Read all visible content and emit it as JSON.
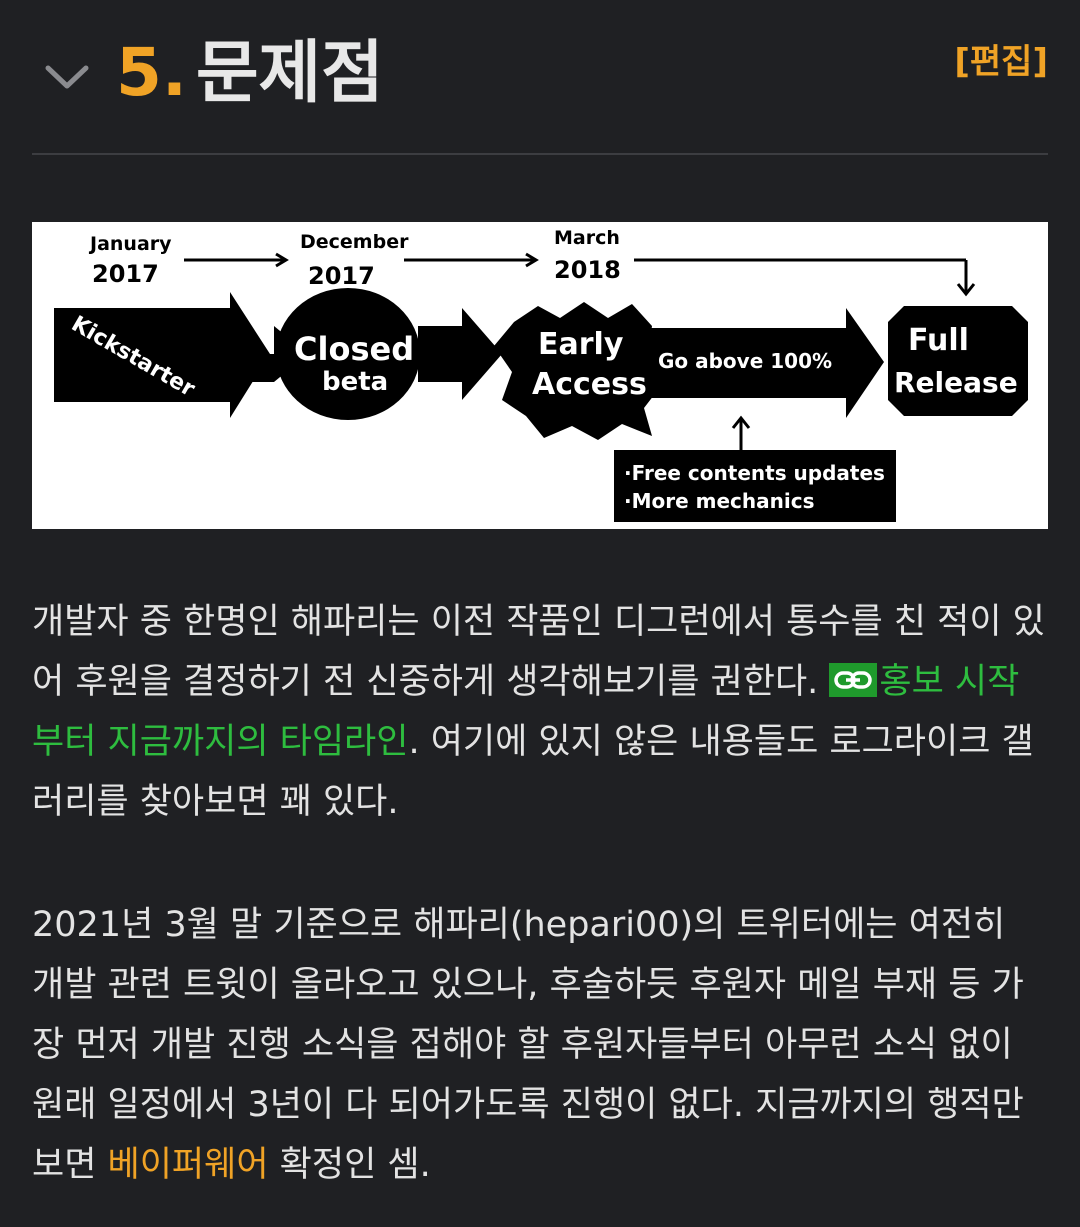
{
  "section": {
    "number": "5.",
    "title": "문제점",
    "edit_label": "[편집]"
  },
  "figure": {
    "dates": [
      {
        "month": "January",
        "year": "2017"
      },
      {
        "month": "December",
        "year": "2017"
      },
      {
        "month": "March",
        "year": "2018"
      }
    ],
    "stages": [
      "Kickstarter",
      "Closed",
      "beta",
      "Early",
      "Access",
      "Full",
      "Release !"
    ],
    "arrow_note": "Go above 100%",
    "box_lines": [
      "·Free contents updates",
      "·More mechanics"
    ]
  },
  "paragraph1": {
    "text_a": "개발자 중 한명인 해파리는 이전 작품인 디그런에서 통수를 친 적이 있어 후원을 결정하기 전 신중하게 생각해보기를 권한다. ",
    "link": "홍보 시작부터 지금까지의 타임라인",
    "text_b": ". 여기에 있지 않은 내용들도 로그라이크 갤러리를 찾아보면 꽤 있다."
  },
  "paragraph2": {
    "text_a": "2021년 3월 말 기준으로 해파리(hepari00)의 트위터에는 여전히 개발 관련 트윗이 올라오고 있으나, 후술하듯 후원자 메일 부재 등 가장 먼저 개발 진행 소식을 접해야 할 후원자들부터 아무런 소식 없이 원래 일정에서 3년이 다 되어가도록 진행이 없다. 지금까지의 행적만 보면 ",
    "link": "베이퍼웨어",
    "text_b": " 확정인 셈."
  },
  "icons": {
    "collapse": "chevron-down-icon",
    "link": "link-icon"
  },
  "colors": {
    "accent": "#f0a326",
    "link_green": "#2ebd3f",
    "background": "#1f2023"
  }
}
